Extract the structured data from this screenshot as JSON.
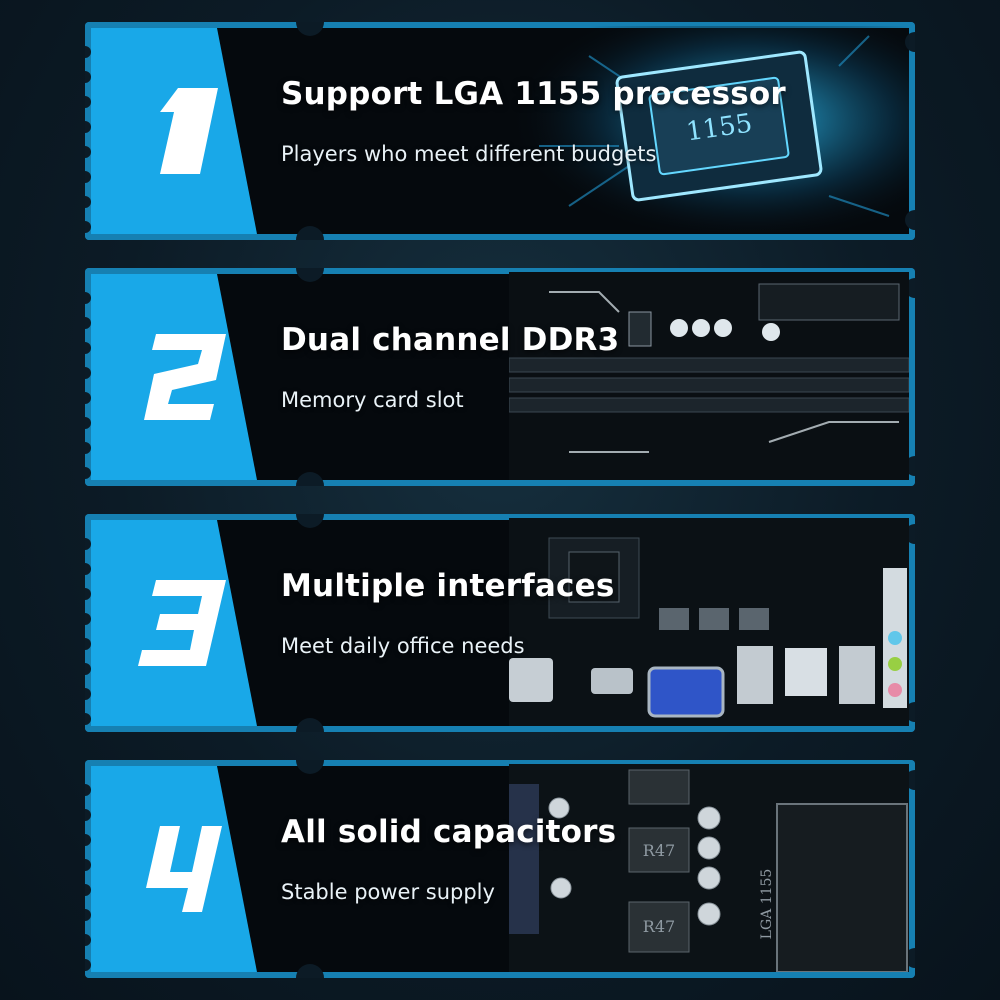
{
  "features": [
    {
      "number": "1",
      "title": "Support LGA 1155 processor",
      "subtitle": "Players who meet different budgets",
      "chip_label": "1155"
    },
    {
      "number": "2",
      "title": "Dual channel DDR3",
      "subtitle": "Memory card slot"
    },
    {
      "number": "3",
      "title": "Multiple interfaces",
      "subtitle": "Meet daily office needs"
    },
    {
      "number": "4",
      "title": "All solid capacitors",
      "subtitle": "Stable power supply",
      "board_labels": [
        "R47",
        "R47",
        "LGA 1155"
      ]
    }
  ],
  "colors": {
    "tab_blue": "#18a6e6",
    "frame_blue": "#1680b2",
    "panel_dark": "#05090d",
    "glow_cyan": "#39d5ff"
  }
}
